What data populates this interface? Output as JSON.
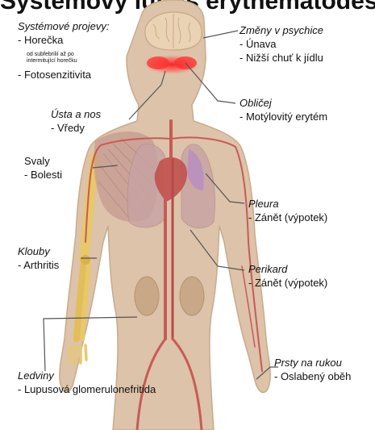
{
  "title": "Systémový lupus erythematodes",
  "labels": {
    "systemic": {
      "heading": "Systémové projevy:",
      "items": [
        "- Horečka",
        "od subfebrilií až po",
        "intermitující horečku",
        "- Fotosenzitivita"
      ]
    },
    "psyche": {
      "heading": "Změny v psychice",
      "items": [
        "- Únava",
        "- Nižší chuť k jídlu"
      ]
    },
    "mouth": {
      "heading": "Ústa a nos",
      "items": [
        "- Vředy"
      ]
    },
    "face": {
      "heading": "Obličej",
      "items": [
        "- Motýlovitý erytém"
      ]
    },
    "muscles": {
      "heading": "Svaly",
      "items": [
        "- Bolesti"
      ]
    },
    "pleura": {
      "heading": "Pleura",
      "items": [
        "- Zánět (výpotek)"
      ]
    },
    "joints": {
      "heading": "Klouby",
      "items": [
        "- Arthritis"
      ]
    },
    "pericardium": {
      "heading": "Perikard",
      "items": [
        "- Zánět (výpotek)"
      ]
    },
    "fingers": {
      "heading": "Prsty na rukou",
      "items": [
        "- Oslabený oběh"
      ]
    },
    "kidneys": {
      "heading": "Ledviny",
      "items": [
        "- Lupusová glomerulonefritida"
      ]
    }
  },
  "colors": {
    "skin": "#dcc3a9",
    "skin_edge": "#c9ab8d",
    "bone": "#e8c86a",
    "muscle": "#c59a92",
    "lung": "#c8a2a4",
    "vessel": "#c85a56",
    "kidney": "#c9a887",
    "brain": "#ead3b4",
    "rash": "#ff2d2d",
    "pleura": "#b58bc4",
    "leader": "#555555"
  }
}
